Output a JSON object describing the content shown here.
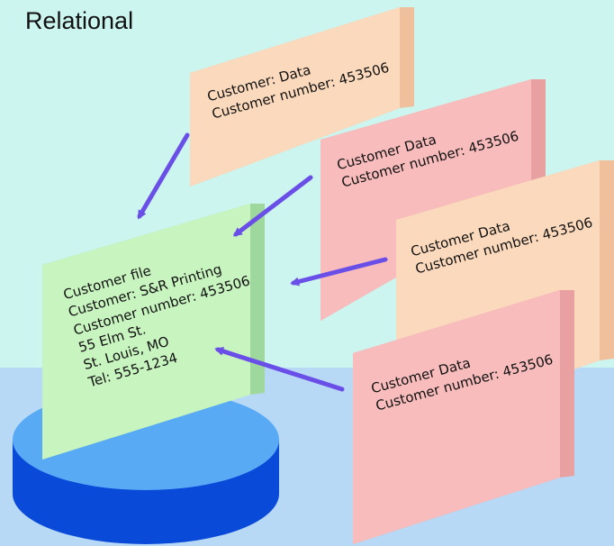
{
  "title": "Relational",
  "colors": {
    "sky": "#cdf5ef",
    "floor": "#b8d9f6",
    "cylinder_top": "#58aaf5",
    "cylinder_side": "#0a4ad8",
    "main_panel": "#c8f4c0",
    "peach_panel": "#fbd9bc",
    "pink_panel": "#f8bcbc",
    "arrow": "#6a4ee8"
  },
  "main_file": {
    "heading": "Customer file",
    "customer": "Customer: S&R Printing",
    "number": "Customer number: 453506",
    "address": "55 Elm St.",
    "city": "St. Louis, MO",
    "tel": "Tel: 555-1234"
  },
  "tables": [
    {
      "line1": "Customer: Data",
      "line2": "Customer number: 453506"
    },
    {
      "line1": "Customer Data",
      "line2": "Customer number: 453506"
    },
    {
      "line1": "Customer Data",
      "line2": "Customer number: 453506"
    },
    {
      "line1": "Customer Data",
      "line2": "Customer number: 453506"
    }
  ]
}
